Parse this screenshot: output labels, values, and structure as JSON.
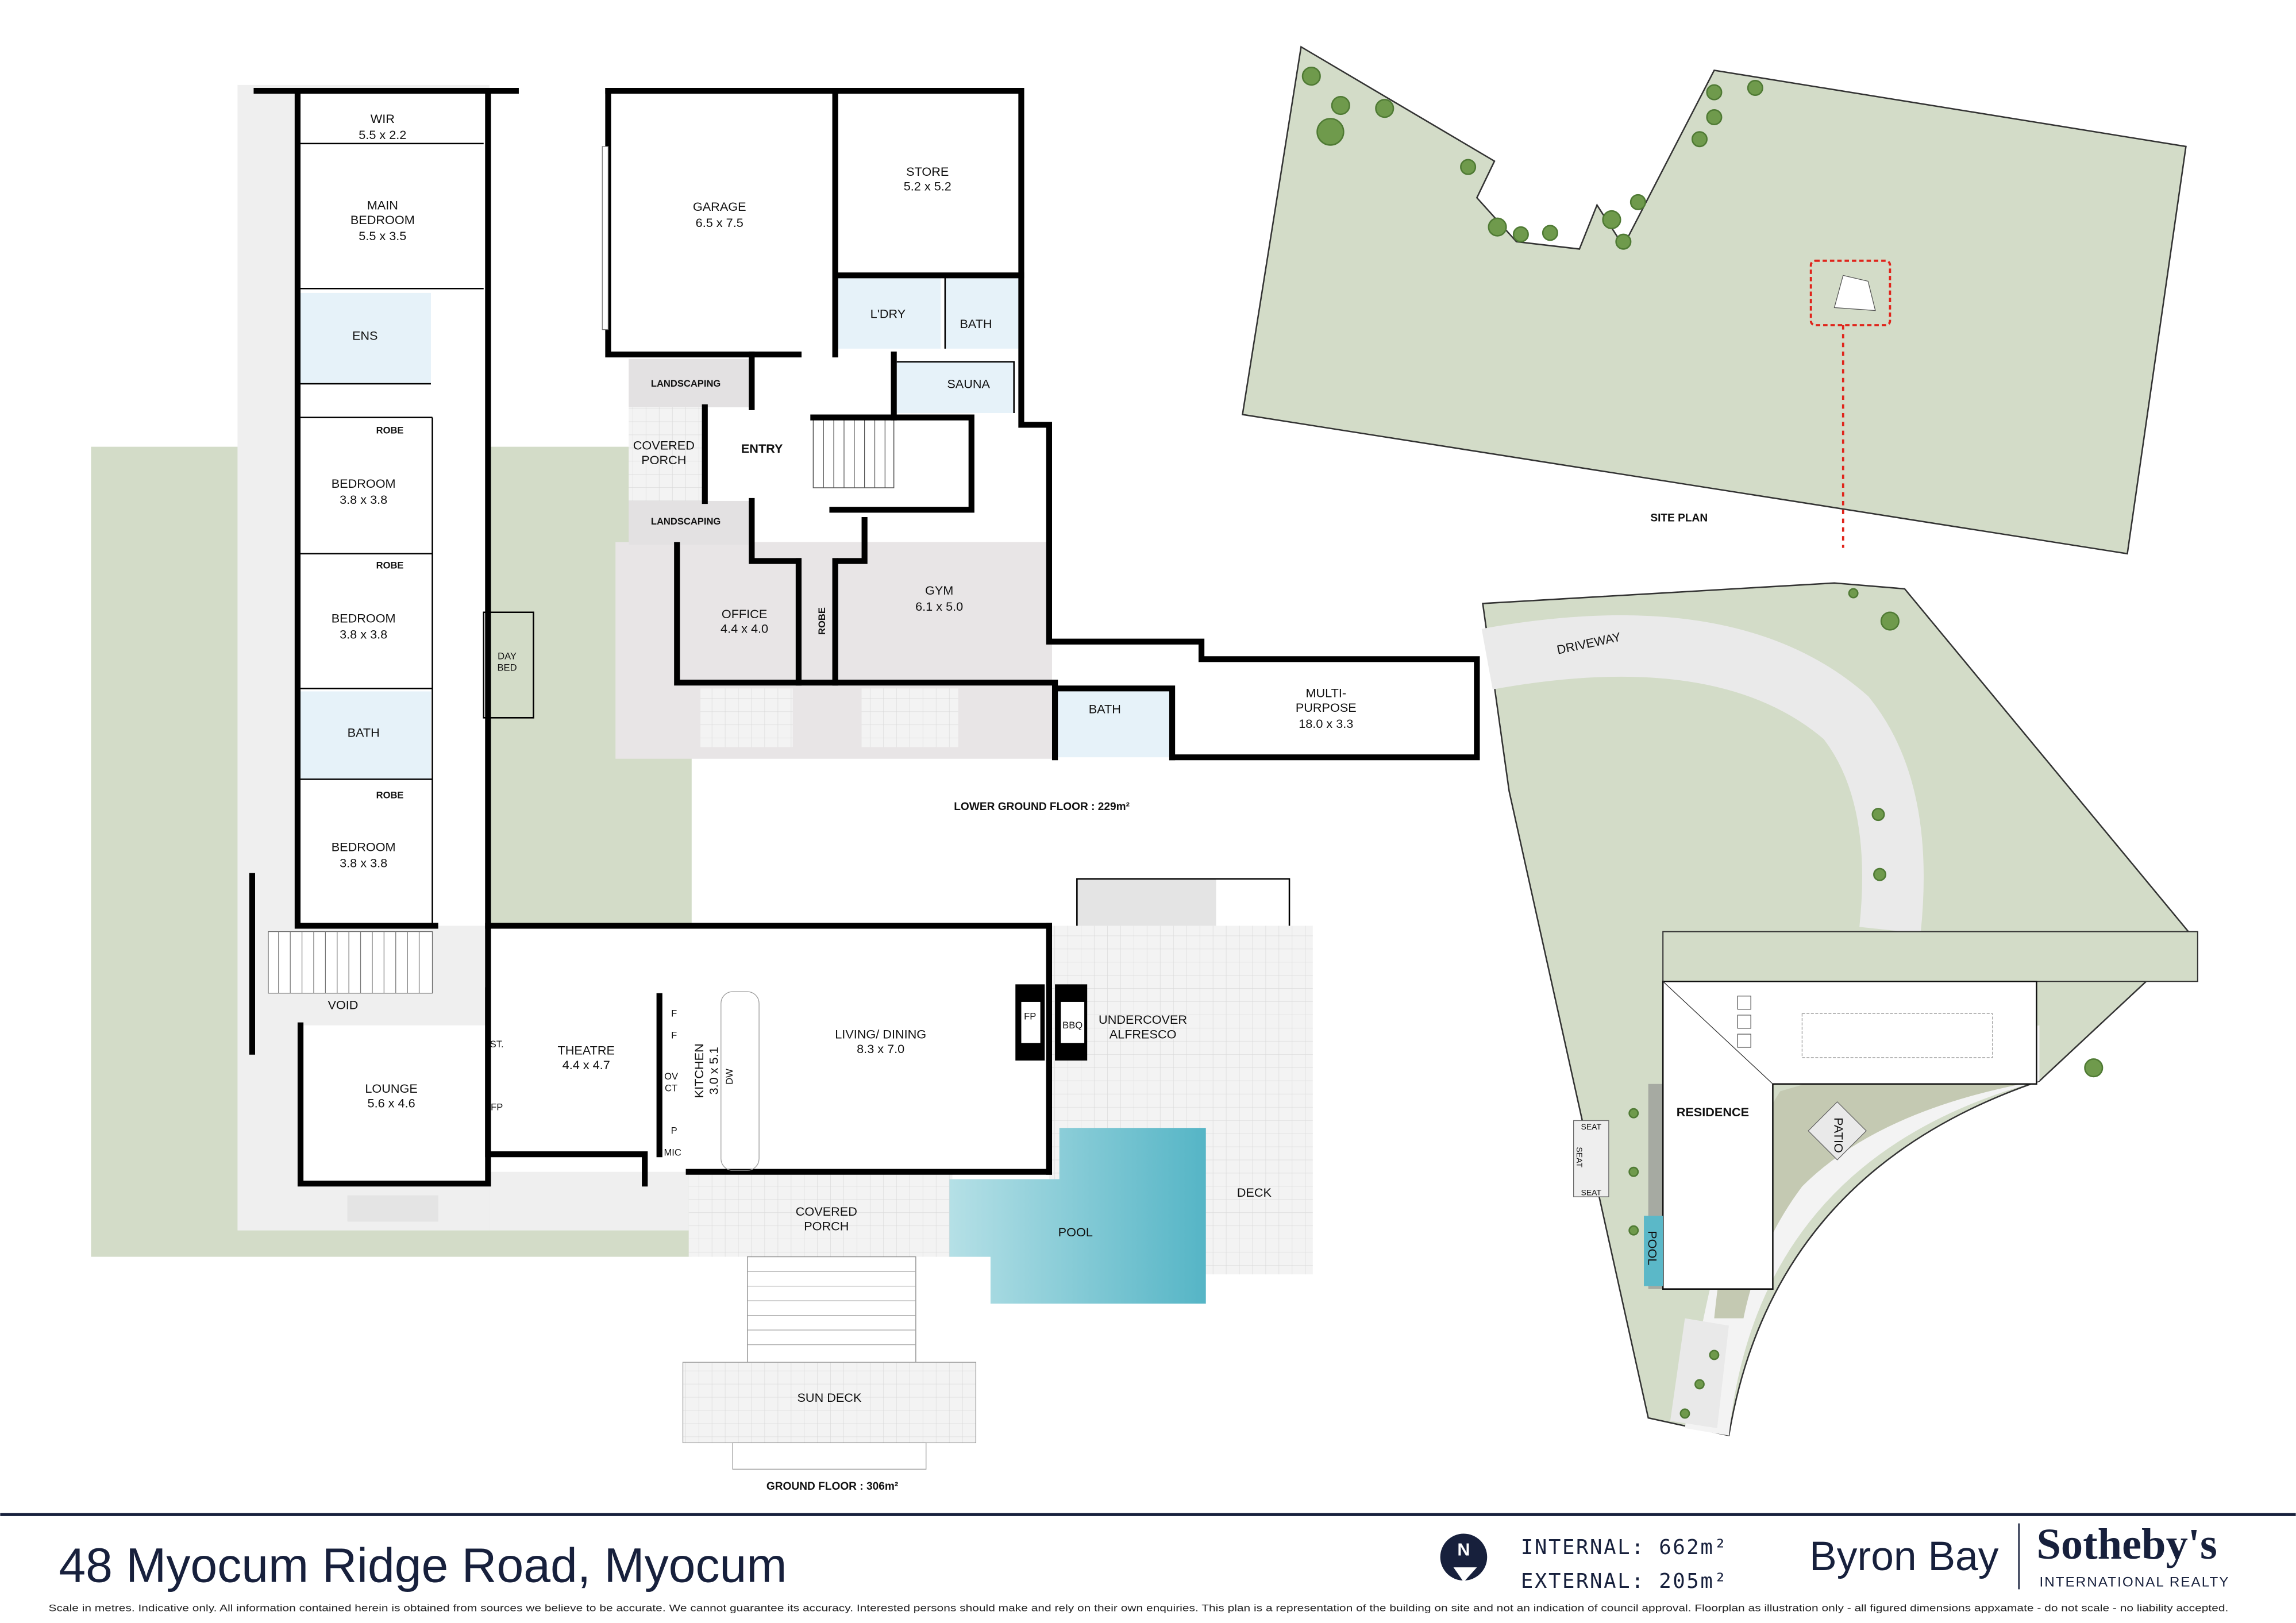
{
  "ground_floor": {
    "heading": "GROUND FLOOR : 306m²",
    "rooms": {
      "wir": {
        "label": "WIR",
        "dims": "5.5 x 2.2"
      },
      "main_bedroom": {
        "label1": "MAIN",
        "label2": "BEDROOM",
        "dims": "5.5 x 3.5"
      },
      "ens": {
        "label": "ENS"
      },
      "robe1": {
        "label": "ROBE"
      },
      "bedroom1": {
        "label": "BEDROOM",
        "dims": "3.8 x 3.8"
      },
      "robe2": {
        "label": "ROBE"
      },
      "bedroom2": {
        "label": "BEDROOM",
        "dims": "3.8 x 3.8"
      },
      "bath": {
        "label": "BATH"
      },
      "robe3": {
        "label": "ROBE"
      },
      "bedroom3": {
        "label": "BEDROOM",
        "dims": "3.8 x 3.8"
      },
      "day_bed": {
        "label1": "DAY",
        "label2": "BED"
      },
      "void": {
        "label": "VOID"
      },
      "lounge": {
        "label": "LOUNGE",
        "dims": "5.6 x 4.6"
      },
      "st": {
        "label": "ST."
      },
      "lounge_fp": {
        "label": "FP"
      },
      "theatre": {
        "label": "THEATRE",
        "dims": "4.4 x 4.7"
      },
      "kitchen": {
        "label": "KITCHEN",
        "dims": "3.0 x 5.1"
      },
      "kitchen_fittings": {
        "f1": "F",
        "f2": "F",
        "ov": "OV",
        "ct": "CT",
        "p": "P",
        "mic": "MIC",
        "dw": "DW"
      },
      "living_dining": {
        "label": "LIVING/ DINING",
        "dims": "8.3 x 7.0"
      },
      "living_fp": {
        "label": "FP"
      },
      "bbq": {
        "label": "BBQ"
      },
      "alfresco": {
        "label1": "UNDERCOVER",
        "label2": "ALFRESCO"
      },
      "deck": {
        "label": "DECK"
      },
      "pool": {
        "label": "POOL"
      },
      "covered_porch": {
        "label1": "COVERED",
        "label2": "PORCH"
      },
      "sun_deck": {
        "label": "SUN DECK"
      }
    }
  },
  "lower_ground_floor": {
    "heading": "LOWER GROUND FLOOR : 229m²",
    "rooms": {
      "garage": {
        "label": "GARAGE",
        "dims": "6.5 x 7.5"
      },
      "store": {
        "label": "STORE",
        "dims": "5.2 x 5.2"
      },
      "laundry": {
        "label": "L'DRY"
      },
      "bath_upper": {
        "label": "BATH"
      },
      "landscaping1": {
        "label": "LANDSCAPING"
      },
      "landscaping2": {
        "label": "LANDSCAPING"
      },
      "covered_porch": {
        "label1": "COVERED",
        "label2": "PORCH"
      },
      "entry": {
        "label": "ENTRY"
      },
      "sauna": {
        "label": "SAUNA"
      },
      "gym": {
        "label": "GYM",
        "dims": "6.1 x 5.0"
      },
      "office": {
        "label": "OFFICE",
        "dims": "4.4 x 4.0"
      },
      "robe": {
        "label": "ROBE"
      },
      "bath_lower": {
        "label": "BATH"
      },
      "multi_purpose": {
        "label1": "MULTI-",
        "label2": "PURPOSE",
        "dims": "18.0 x 3.3"
      }
    }
  },
  "site_plan": {
    "heading": "SITE PLAN",
    "driveway": "DRIVEWAY",
    "residence": "RESIDENCE",
    "patio": "PATIO",
    "pool": "POOL",
    "seat": "SEAT",
    "colors": {
      "lawn": "#d3dcc8",
      "marker": "#e0241b",
      "pool": "#5bb8c8"
    }
  },
  "footer": {
    "address": "48 Myocum Ridge Road, Myocum",
    "internal": "INTERNAL: 662m²",
    "external": "EXTERNAL: 205m²",
    "north_icon": "north-arrow",
    "office": "Byron Bay",
    "brand": "Sotheby's",
    "brand_sub": "INTERNATIONAL REALTY",
    "disclaimer": "Scale in metres.  Indicative only. All information contained herein is obtained from sources we believe to be accurate. We cannot guarantee its accuracy. Interested persons should make and rely on their own enquiries. This plan is a representation of the building on site and not an indication of council approval. Floorplan as illustration only - all figured dimensions appxamate - do not scale - no liability accepted.",
    "colors": {
      "navy": "#17203c"
    }
  }
}
